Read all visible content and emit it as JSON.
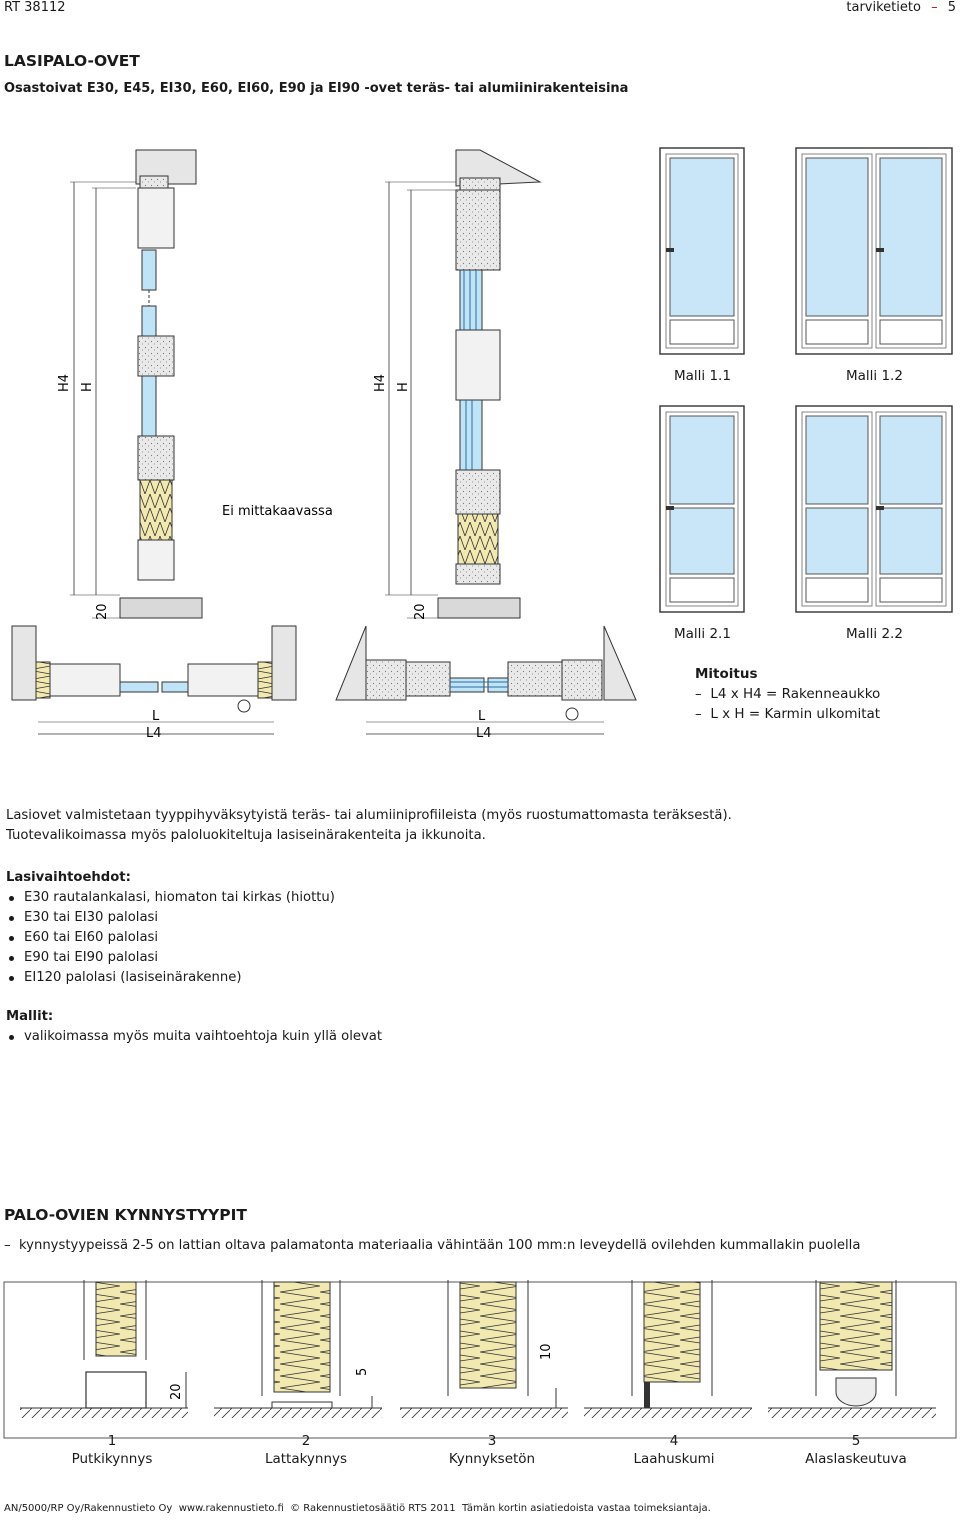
{
  "header": {
    "doc_code": "RT 38112",
    "category": "tarviketieto",
    "page_number": "5"
  },
  "section1": {
    "title": "LASIPALO-OVET",
    "subtitle": "Osastoivat E30, E45, EI30, E60, EI60, E90 ja EI90 -ovet teräs- tai alumiinirakenteisina"
  },
  "drawing": {
    "not_to_scale": "Ei mittakaavassa",
    "dim_h4": "H4",
    "dim_h": "H",
    "dim_20": "20",
    "dim_l": "L",
    "dim_l4": "L4"
  },
  "models": {
    "m11": "Malli 1.1",
    "m12": "Malli 1.2",
    "m21": "Malli 2.1",
    "m22": "Malli 2.2"
  },
  "sizing": {
    "title": "Mitoitus",
    "item1": "L4 x H4 = Rakenneaukko",
    "item2": "L x H = Karmin ulkomitat",
    "dash": "–"
  },
  "body": {
    "para1": "Lasiovet valmistetaan tyyppihyväksytyistä teräs- tai alumiiniprofiileista (myös ruostumattomasta teräksestä).",
    "para2": "Tuotevalikoimassa myös paloluokiteltuja lasiseinärakenteita ja ikkunoita.",
    "glass_title": "Lasivaihtoehdot:",
    "glass_items": [
      "E30 rautalankalasi, hiomaton tai kirkas (hiottu)",
      "E30 tai EI30 palolasi",
      "E60 tai EI60 palolasi",
      "E90 tai EI90 palolasi",
      "EI120 palolasi (lasiseinärakenne)"
    ],
    "models_title": "Mallit:",
    "models_items": [
      "valikoimassa myös muita vaihtoehtoja kuin yllä olevat"
    ]
  },
  "section2": {
    "title": "PALO-OVIEN KYNNYSTYYPIT",
    "dash": "–",
    "note": "kynnystyypeissä 2-5 on lattian oltava palamatonta materiaalia vähintään 100 mm:n leveydellä ovilehden kummallakin puolella"
  },
  "thresholds": {
    "dim_20": "20",
    "dim_5": "5",
    "dim_10": "10",
    "items": [
      {
        "num": "1",
        "name": "Putkikynnys"
      },
      {
        "num": "2",
        "name": "Lattakynnys"
      },
      {
        "num": "3",
        "name": "Kynnyksetön"
      },
      {
        "num": "4",
        "name": "Laahuskumi"
      },
      {
        "num": "5",
        "name": "Alaslaskeutuva"
      }
    ]
  },
  "footer": {
    "text": "AN/5000/RP Oy/Rakennustieto Oy  www.rakennustieto.fi  © Rakennustietosäätiö RTS 2011  Tämän kortin asiatiedoista vastaa toimeksiantaja."
  },
  "colors": {
    "accent": "#b01a2b",
    "glass": "#bfe3f7",
    "insulation": "#f2e9b0",
    "steel": "#d4d4d4"
  }
}
